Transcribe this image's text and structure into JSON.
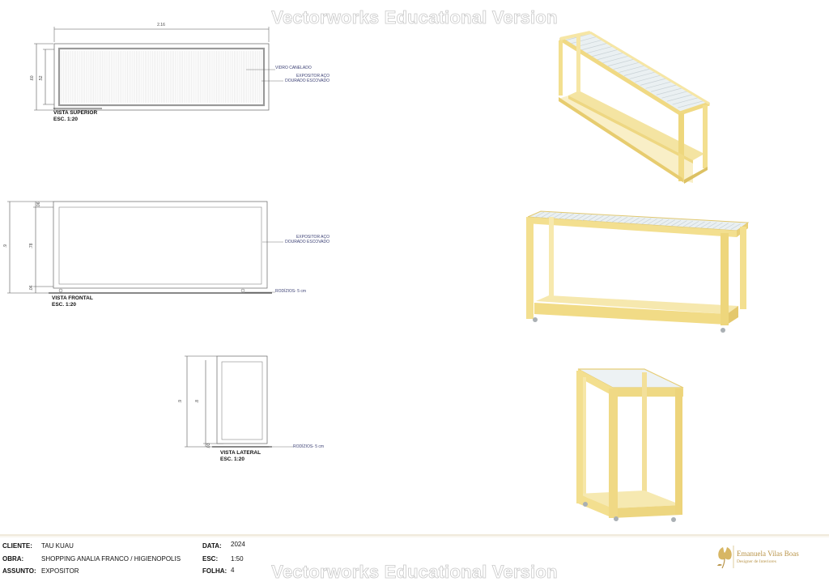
{
  "watermark": {
    "top": "Vectorworks Educational Version",
    "bottom": "Vectorworks Educational Version"
  },
  "views": {
    "superior": {
      "title": "VISTA SUPERIOR",
      "scale": "ESC. 1:20",
      "dim_width": "2.16",
      "dim_outer": ".60",
      "dim_inner": ".52",
      "note_glass": "VIDRO CANELADO",
      "note_steel_1": "EXPOSITOR AÇO",
      "note_steel_2": "DOURADO ESCOVADO"
    },
    "frontal": {
      "title": "VISTA FRONTAL",
      "scale": "ESC. 1:20",
      "dim_total": ".9",
      "dim_top": ".06",
      "dim_mid": ".78",
      "dim_bottom": ".06",
      "note_steel_1": "EXPOSITOR AÇO",
      "note_steel_2": "DOURADO ESCOVADO",
      "note_wheels": "RODÍZIOS- 5 cm"
    },
    "lateral": {
      "title": "VISTA LATERAL",
      "scale": "ESC. 1:20",
      "dim_total": ".9",
      "dim_mid": ".8",
      "dim_bottom": ".03",
      "note_wheels": "RODÍZIOS- 5 cm"
    }
  },
  "colors": {
    "frame_gold": "#f3df8f",
    "frame_gold_dark": "#e3c766",
    "frame_gold_light": "#fbf0bd",
    "glass": "#e9eef1",
    "line": "#555555",
    "brand": "#b9954a"
  },
  "title_block": {
    "cliente_label": "CLIENTE:",
    "cliente_value": "TAU KUAU",
    "obra_label": "OBRA:",
    "obra_value": "SHOPPING ANALIA FRANCO / HIGIENOPOLIS",
    "assunto_label": "ASSUNTO:",
    "assunto_value": "EXPOSITOR",
    "data_label": "DATA:",
    "data_value": "2024",
    "esc_label": "ESC:",
    "esc_value": "1:50",
    "folha_label": "FOLHA:",
    "folha_value": "4"
  },
  "logo": {
    "name": "Emanuela Vilas Boas",
    "subtitle": "Designer de Interiores",
    "icon": "tulip-icon"
  }
}
